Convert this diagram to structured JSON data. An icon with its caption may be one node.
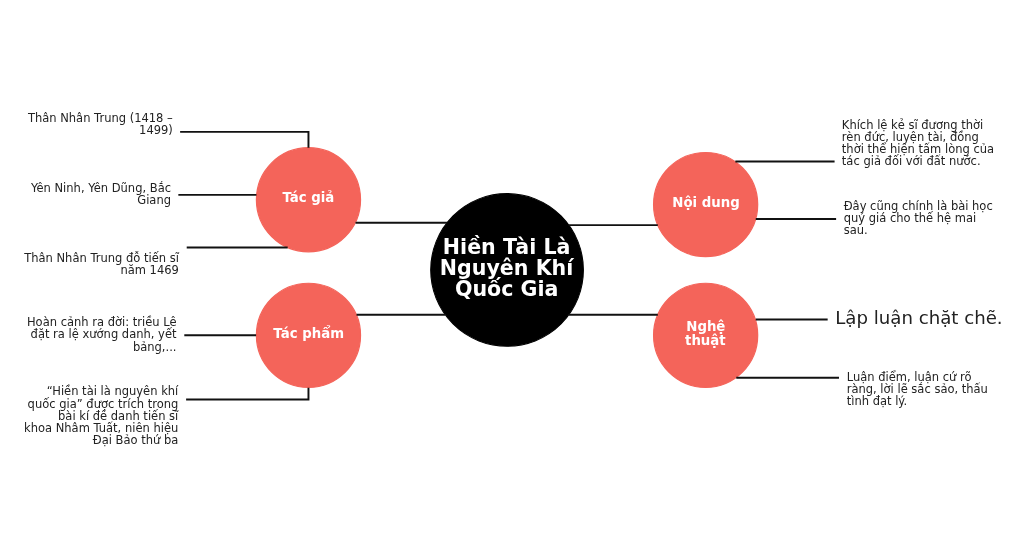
{
  "diagram": {
    "nodes": [
      {
        "text": [
          "Hiền Tài Là Nguyên Khí Quốc Gia"
        ]
      },
      {
        "text": [
          "Tác giả"
        ]
      },
      {
        "text": [
          "Tác phẩm"
        ]
      },
      {
        "text": [
          "Nội dung"
        ]
      },
      {
        "text": [
          "Nghệ thuật"
        ]
      },
      {
        "text": [
          "Thân Nhân Trung (1418 – 1499)"
        ]
      },
      {
        "text": [
          "Yên Ninh, Yên Dũng, Bắc Giang"
        ]
      },
      {
        "text": [
          "Thân Nhân Trung đỗ tiến sĩ năm 1469"
        ]
      },
      {
        "text": [
          "Hoàn cảnh ra đời: triều Lê đặt ra lệ xướng danh, yết bảng,..."
        ]
      },
      {
        "text": [
          "“Hiền tài là nguyên khí quốc gia” được trích trong bài kí đề danh tiến sĩ khoa Nhâm Tuất, niên hiệu Đại Bảo thứ ba"
        ]
      },
      {
        "text": [
          "Khích lệ kẻ sĩ đương thời rèn đức, luyện tài, đồng thời thể hiện tấm lòng của tác giả đối với đất nước."
        ]
      },
      {
        "text": [
          "Đây cũng chính là bài học quý giá cho thế hệ mai sau."
        ]
      },
      {
        "text": [
          "Lập luận chặt chẽ."
        ]
      },
      {
        "text": [
          "Luận điểm, luận cứ rõ ràng, lời lẽ sắc sảo, thấu tình đạt lý."
        ]
      }
    ],
    "edges": [
      {
        "from": 1,
        "to": 0,
        "arrow": "none"
      },
      {
        "from": 2,
        "to": 0,
        "arrow": "none"
      },
      {
        "from": 0,
        "to": 3,
        "arrow": "none"
      },
      {
        "from": 0,
        "to": 4,
        "arrow": "none"
      },
      {
        "from": 5,
        "to": 1,
        "arrow": "none"
      },
      {
        "from": 6,
        "to": 1,
        "arrow": "none"
      },
      {
        "from": 7,
        "to": 1,
        "arrow": "none"
      },
      {
        "from": 8,
        "to": 2,
        "arrow": "none"
      },
      {
        "from": 9,
        "to": 2,
        "arrow": "none"
      },
      {
        "from": 3,
        "to": 10,
        "arrow": "none"
      },
      {
        "from": 3,
        "to": 11,
        "arrow": "none"
      },
      {
        "from": 4,
        "to": 12,
        "arrow": "none"
      },
      {
        "from": 4,
        "to": 13,
        "arrow": "none"
      }
    ]
  }
}
